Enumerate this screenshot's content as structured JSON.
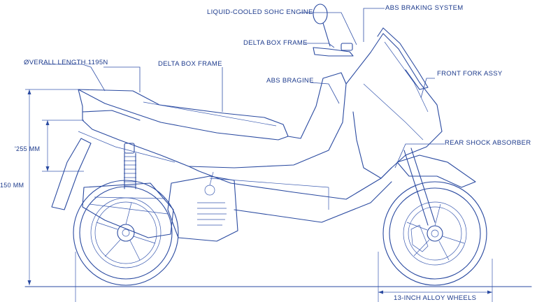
{
  "labels": {
    "engine": "LIQUID-COOLED SOHC ENGINE",
    "abs_system": "ABS BRAKING SYSTEM",
    "delta_frame_top": "DELTA BOX FRAME",
    "overall_length": "ØVERALL LENGTH.1195N",
    "delta_frame_left": "DELTA BOX FRAME",
    "abs_bracket": "ABS BRAGINE",
    "front_fork": "FRONT FORK ASSY",
    "rear_shock": "REAR SHOCK ABSORBER",
    "wheels": "13-INCH ALLOY WHEELS",
    "dim_255": "'255 MM",
    "dim_150": "150 MM"
  },
  "colors": {
    "line": "#2a4aa0",
    "text": "#1c3a8c",
    "background": "#ffffff"
  }
}
